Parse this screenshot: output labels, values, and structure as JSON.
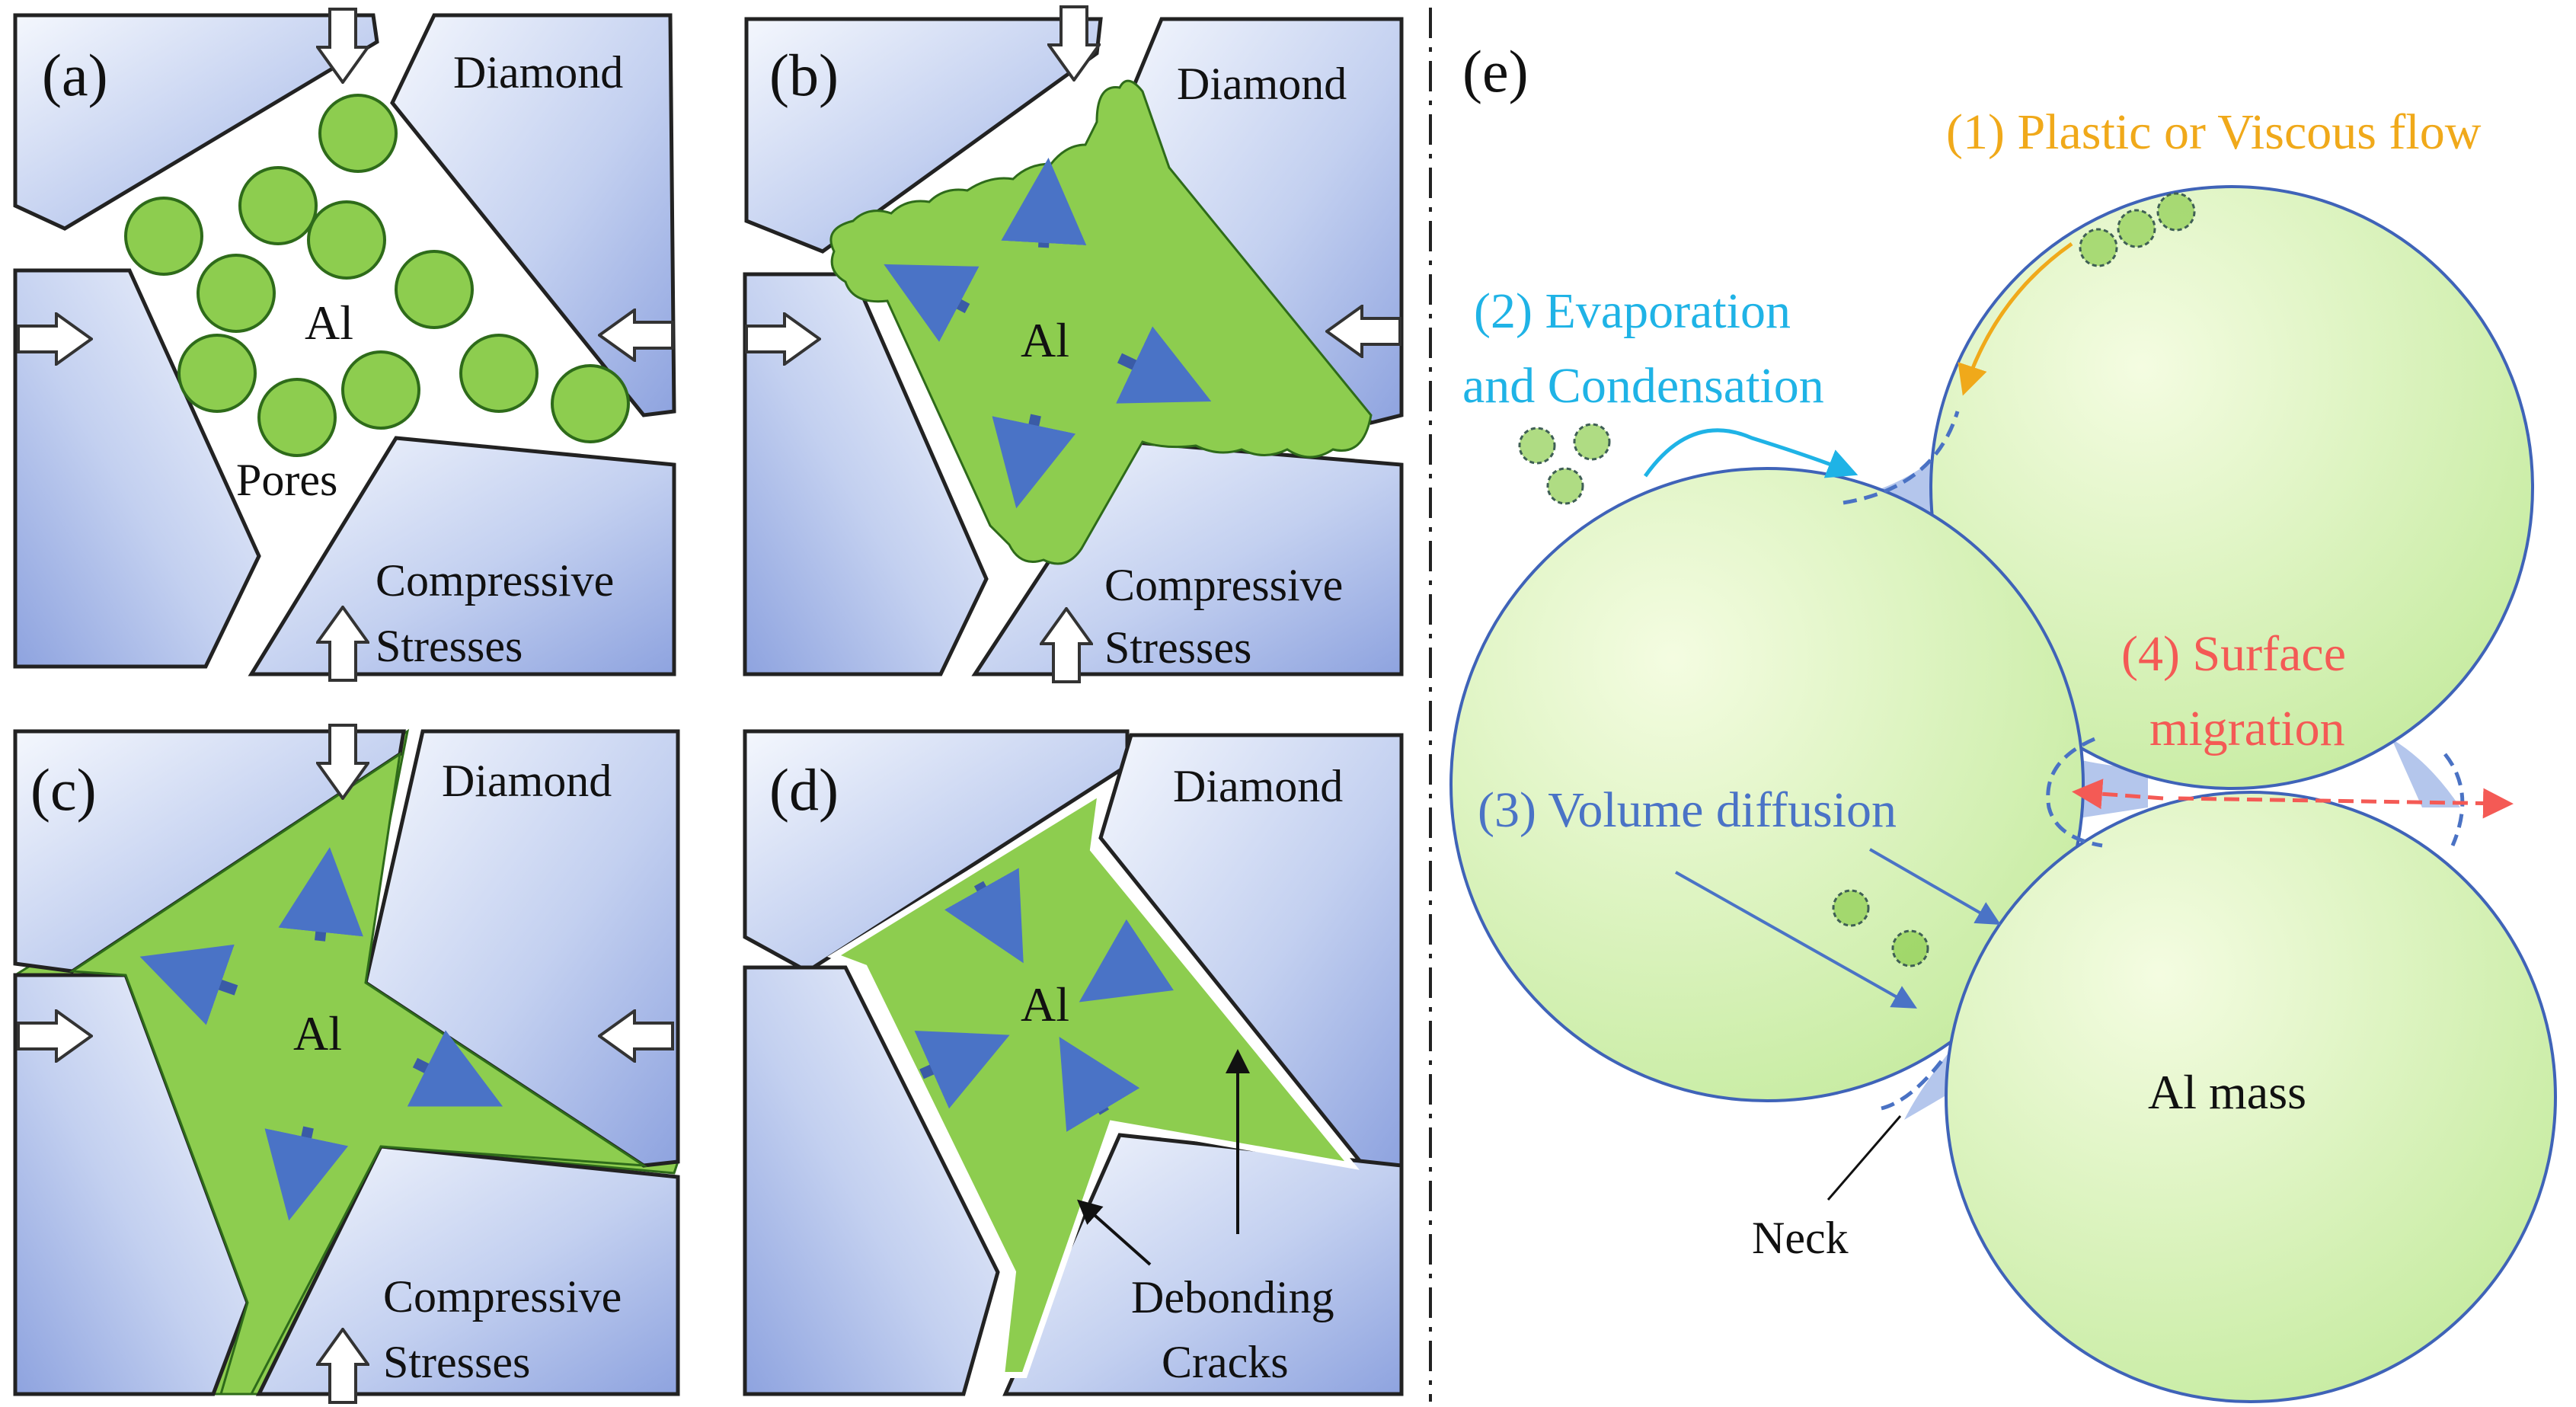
{
  "colors": {
    "diamond_fill_light": "#ecf1fb",
    "diamond_fill_dark": "#8da2df",
    "al_green": "#8dcd4f",
    "al_mass_light": "#f0fad8",
    "al_mass_dark": "#c4ea9c",
    "arrow_blue": "#3a5ba6",
    "neck_fill": "#b4c6ec",
    "dash_blue": "#4a72c4",
    "mech1_color": "#f0a91a",
    "mech2_color": "#1fb3e6",
    "mech3_color": "#4a73c6",
    "mech4_color": "#f45a55"
  },
  "panels": {
    "a": {
      "tag": "(a)",
      "diamond_label": "Diamond",
      "al_label": "Al",
      "pores_label": "Pores",
      "stress_line1": "Compressive",
      "stress_line2": "Stresses"
    },
    "b": {
      "tag": "(b)",
      "diamond_label": "Diamond",
      "al_label": "Al",
      "stress_line1": "Compressive",
      "stress_line2": "Stresses"
    },
    "c": {
      "tag": "(c)",
      "diamond_label": "Diamond",
      "al_label": "Al",
      "stress_line1": "Compressive",
      "stress_line2": "Stresses"
    },
    "d": {
      "tag": "(d)",
      "diamond_label": "Diamond",
      "al_label": "Al",
      "crack_line1": "Debonding",
      "crack_line2": "Cracks"
    },
    "e": {
      "tag": "(e)",
      "mech1": "(1) Plastic or Viscous flow",
      "mech2_line1": "(2) Evaporation",
      "mech2_line2": "and Condensation",
      "mech3": "(3) Volume diffusion",
      "mech4_line1": "(4) Surface",
      "mech4_line2": "migration",
      "mass_label": "Al mass",
      "neck_label": "Neck"
    }
  }
}
